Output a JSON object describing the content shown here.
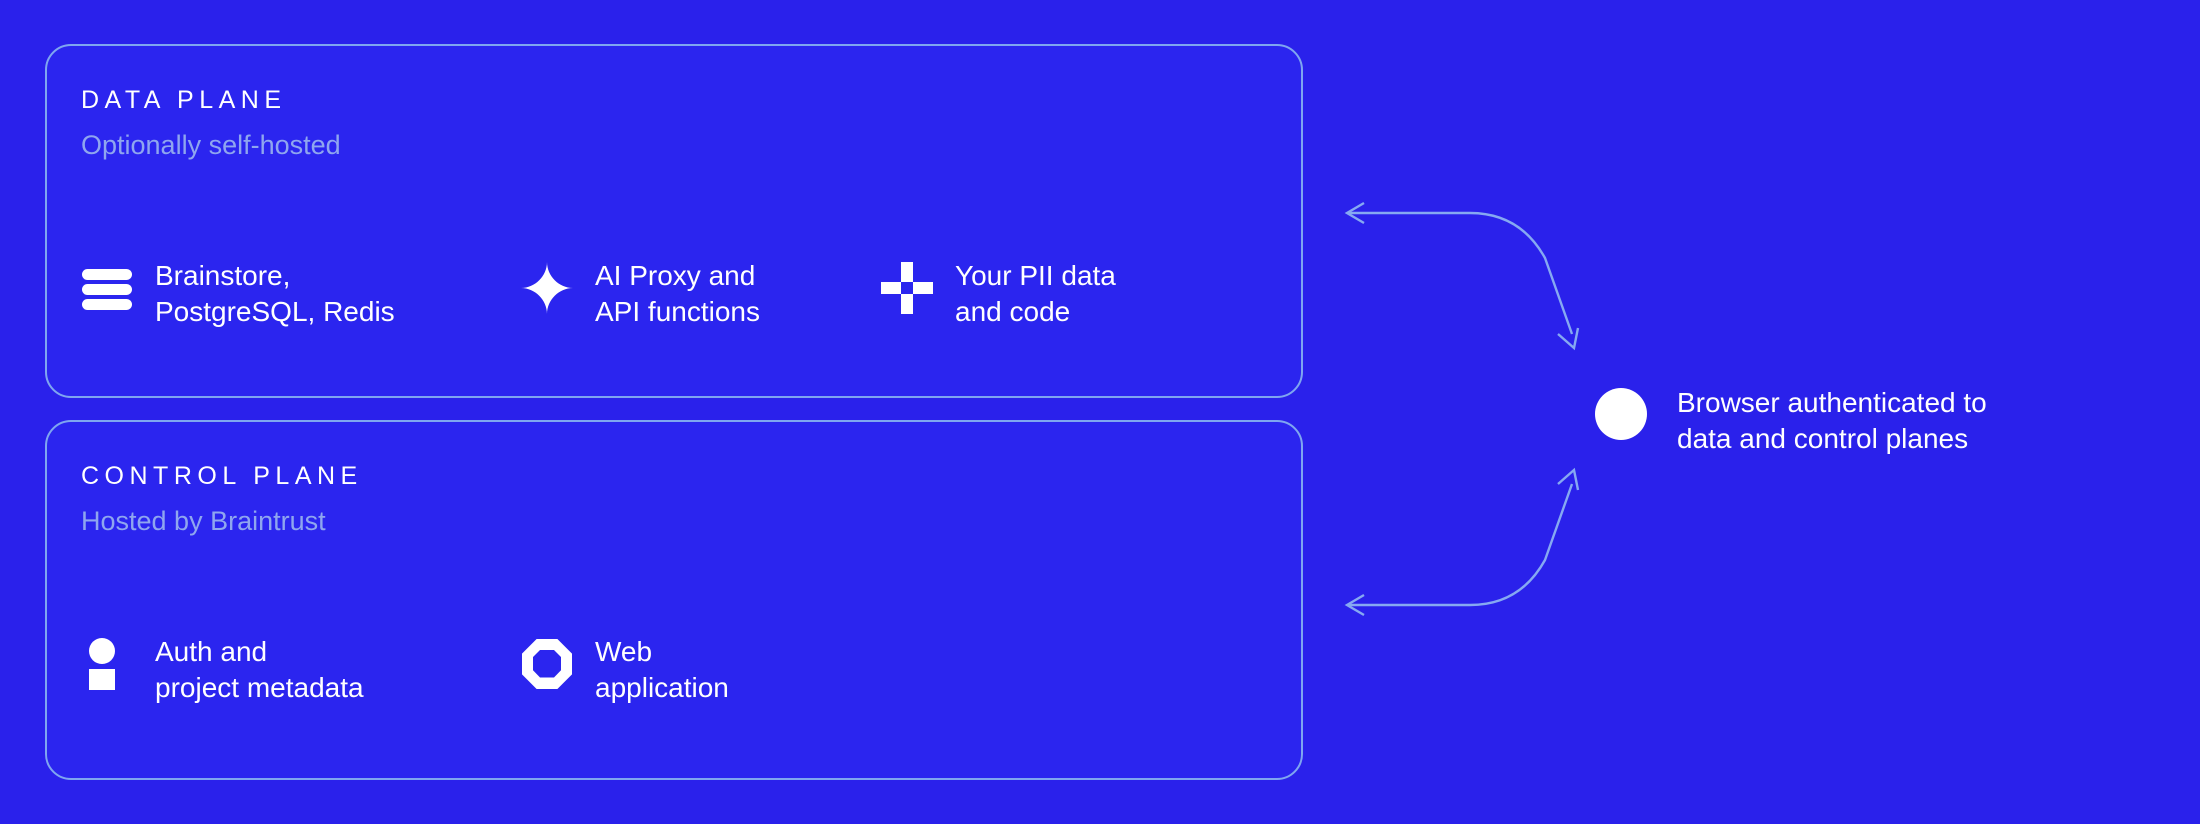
{
  "theme": {
    "page_background": "#2a21eb",
    "card_background": "#2b25ef",
    "card_border": "#7fa6f0",
    "text_primary": "#ffffff",
    "text_muted": "#8fa6ef",
    "connector": "#86a9f2"
  },
  "planes": [
    {
      "id": "data-plane",
      "heading": "DATA PLANE",
      "subtitle": "Optionally self-hosted",
      "features": [
        {
          "id": "storage",
          "icon": "stack-icon",
          "label": "Brainstore,\nPostgreSQL, Redis"
        },
        {
          "id": "aiproxy",
          "icon": "sparkle-icon",
          "label": "AI Proxy and\nAPI functions"
        },
        {
          "id": "pii",
          "icon": "plus-icon",
          "label": "Your PII data\nand code"
        }
      ]
    },
    {
      "id": "control-plane",
      "heading": "CONTROL PLANE",
      "subtitle": "Hosted by Braintrust",
      "features": [
        {
          "id": "auth",
          "icon": "user-icon",
          "label": "Auth and\nproject metadata"
        },
        {
          "id": "webapp",
          "icon": "octagon-icon",
          "label": "Web\napplication"
        }
      ]
    }
  ],
  "browser_node": {
    "icon": "circle-icon",
    "label": "Browser authenticated to\ndata and control planes"
  },
  "connectors": [
    {
      "id": "data-plane-connector",
      "from": "data-plane",
      "to": "browser-node",
      "bidirectional": true
    },
    {
      "id": "control-plane-connector",
      "from": "control-plane",
      "to": "browser-node",
      "bidirectional": true
    }
  ]
}
